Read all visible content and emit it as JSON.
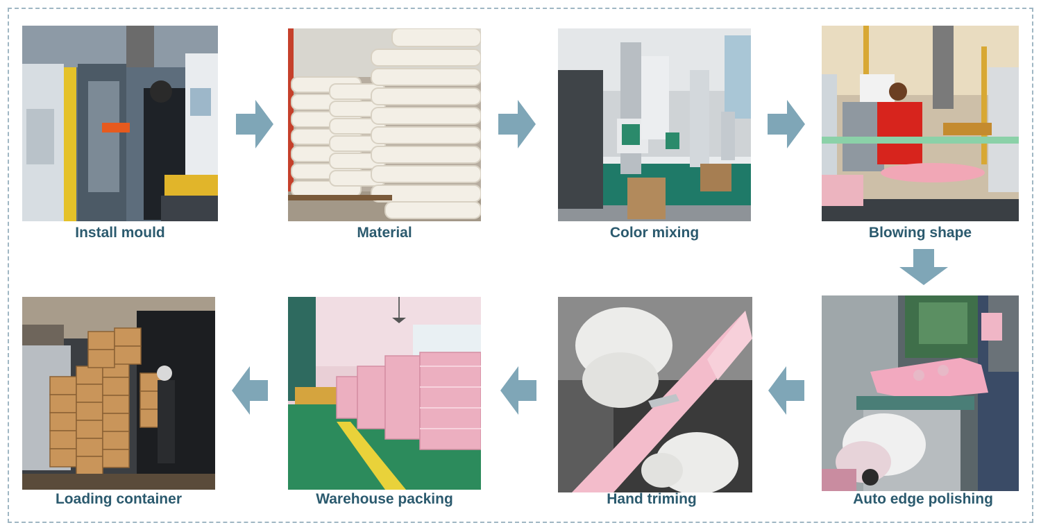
{
  "colors": {
    "caption": "#2b5a6e",
    "arrow": "#7fa6b7",
    "border": "#9fb6c3"
  },
  "steps": [
    {
      "label": "Install mould"
    },
    {
      "label": "Material"
    },
    {
      "label": "Color mixing"
    },
    {
      "label": "Blowing shape"
    },
    {
      "label": "Auto edge polishing"
    },
    {
      "label": "Hand triming"
    },
    {
      "label": "Warehouse packing"
    },
    {
      "label": "Loading container"
    }
  ]
}
